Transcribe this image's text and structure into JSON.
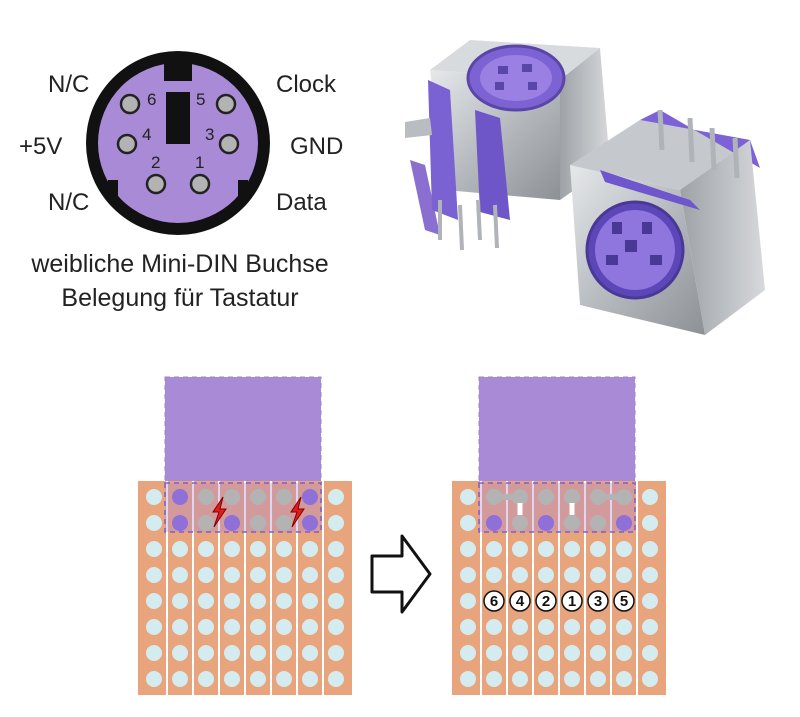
{
  "pinout": {
    "labels": {
      "pin6": "N/C",
      "pin5": "Clock",
      "pin4": "+5V",
      "pin3": "GND",
      "pin2": "N/C",
      "pin1": "Data"
    },
    "numbers": [
      "6",
      "5",
      "4",
      "3",
      "2",
      "1"
    ],
    "caption_line1": "weibliche Mini-DIN Buchse",
    "caption_line2": "Belegung für Tastatur"
  },
  "breadboard_after": {
    "pin_order": [
      "6",
      "4",
      "2",
      "1",
      "3",
      "5"
    ]
  },
  "colors": {
    "socket_purple": "#a98ad6",
    "board_copper": "#e8a47c",
    "hole": "#d4ecef",
    "pin_gray": "#b3b3b3",
    "lightning_red": "#e51b1b",
    "metal": "#c9ccd0"
  },
  "icons": {
    "arrow": "right-arrow-icon",
    "warning": "lightning-icon"
  }
}
